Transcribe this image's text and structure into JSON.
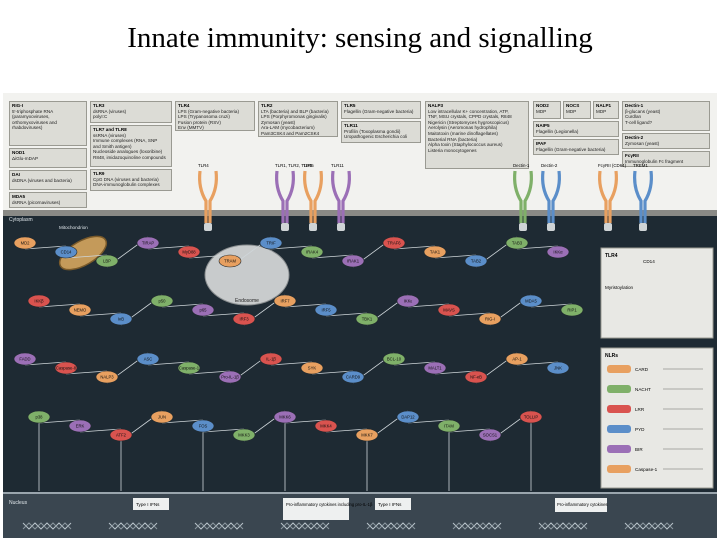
{
  "slide": {
    "title": "Innate immunity: sensing and signalling"
  },
  "colors": {
    "background": "#ffffff",
    "cytoplasm": "#1e2a33",
    "extracellular": "#f2f2ef",
    "panel": "#dcdcd6",
    "node_orange": "#e8a060",
    "node_green": "#7fb069",
    "node_red": "#d9534f",
    "node_blue": "#5b8ec9",
    "node_purple": "#9b6fb6"
  },
  "ligand_boxes": [
    {
      "title": "RIG-I",
      "lines": [
        "5'-triphosphate RNA",
        "(paramyxoviruses,",
        "orthomyxoviruses and",
        "rhabdoviruses)"
      ]
    },
    {
      "title": "NOD1",
      "lines": [
        "ΔiGlu-mDAP"
      ]
    },
    {
      "title": "TLR3",
      "lines": [
        "dsRNA (viruses)",
        "polyI:C"
      ]
    },
    {
      "title": "TLR7 and TLR8",
      "lines": [
        "ssRNA (viruses)",
        "Immune complexes (RNA, SNP",
        "and Smith antigen)",
        "Nucleoside analogues (loxoribine)",
        "R848, imidazoquinoline compounds"
      ]
    },
    {
      "title": "TLR9",
      "lines": [
        "CpG DNA (viruses and bacteria)",
        "DNA-immunoglobulin complexes"
      ]
    },
    {
      "title": "TLR4",
      "lines": [
        "LPS (Gram-negative bacteria)",
        "LPS (Trypanosoma cruzi)",
        "Fusion protein (RSV)",
        "Env (MMTV)"
      ]
    },
    {
      "title": "TLR2",
      "lines": [
        "LTA (bacteria) and BLP (bacteria)",
        "LPS (Porphyromonas gingivalis)",
        "Zymosan (yeast)",
        "Ara-LAM (mycobacterium)",
        "Pam3CSK4 and Pam2CSK4"
      ]
    },
    {
      "title": "TLR5",
      "lines": [
        "Flagellin (Gram-negative bacteria)"
      ]
    },
    {
      "title": "TLR11",
      "lines": [
        "Profilin (Toxoplasma gondii)",
        "Uropathogenic Escherichia coli"
      ]
    },
    {
      "title": "NALP3",
      "lines": [
        "Low intracellular K+ concentration, ATP,",
        "TNF, MSU crystals, CPPD crystals, R848",
        "Nigericin (Streptomyces hygroscopicus)",
        "Aerolysin (Aeromonas hydrophila)",
        "Maitotoxin (marine dinoflagellates)",
        "Bacterial RNA (bacteria)",
        "Alpha toxin (Staphylococcus aureus)",
        "Listeria monocytogenes"
      ]
    },
    {
      "title": "NOD2",
      "lines": [
        "MDP"
      ]
    },
    {
      "title": "NOCS",
      "lines": [
        "MDP"
      ]
    },
    {
      "title": "NALP1",
      "lines": [
        "MDP"
      ]
    },
    {
      "title": "NAIP5",
      "lines": [
        "Flagellin (Legionella)"
      ]
    },
    {
      "title": "IPAF",
      "lines": [
        "Flagellin (Gram-negative bacteria)"
      ]
    },
    {
      "title": "Dectin-1",
      "lines": [
        "β-glucans (yeast)",
        "Curdlan",
        "T-cell ligand?"
      ]
    },
    {
      "title": "Dectin-2",
      "lines": [
        "Zymosan (yeast)"
      ]
    },
    {
      "title": "FcγRII",
      "lines": [
        "Immunoglobulin Fc fragment"
      ]
    },
    {
      "title": "MDA5",
      "lines": [
        "dsRNA (picornaviruses)",
        "polyI:C"
      ]
    },
    {
      "title": "DAI",
      "lines": [
        "dsDNA (viruses and bacteria)"
      ]
    }
  ],
  "receptors": [
    "TLR4",
    "TLR1, TLR2, TLR6",
    "TLR5",
    "TLR11",
    "Dectin-1",
    "Dectin-2",
    "TREM1",
    "FcγRII (CD64)"
  ],
  "compartments": {
    "cytoplasm": "Cytoplasm",
    "nucleus": "Nucleus",
    "mitochondrion": "Mitochondrion",
    "endosome": "Endosome"
  },
  "nodes": [
    "MD2",
    "CD14",
    "LBP",
    "TIRAP",
    "MyD88",
    "TRAM",
    "TRIF",
    "IRAK4",
    "IRAK1",
    "TRAF6",
    "TAK1",
    "TAB2",
    "TAB3",
    "IKKα",
    "IKKβ",
    "NEMO",
    "IκB",
    "p50",
    "p65",
    "IRF3",
    "IRF7",
    "IRF5",
    "TBK1",
    "IKKε",
    "MAVS",
    "RIG-I",
    "MDA5",
    "RIP1",
    "FADD",
    "Caspase-8",
    "NALP3",
    "ASC",
    "Caspase-1",
    "Pro-IL-1β",
    "IL-1β",
    "SYK",
    "CARD9",
    "BCL-10",
    "MALT1",
    "NF-κB",
    "AP-1",
    "JNK",
    "p38",
    "ERK",
    "ATF2",
    "JUN",
    "FOS",
    "MKK3",
    "MKK6",
    "MKK4",
    "MKK7",
    "DAP12",
    "ITAM",
    "SOCS1",
    "TOLLIP"
  ],
  "nucleus_labels": [
    "Type I IFNs",
    "Pro-inflammatory cytokines including pro-IL-1β",
    "Type I IFNs",
    "Pro-inflammatory cytokines"
  ],
  "side_panel": {
    "tlr4_label": "TLR4",
    "cd14_label": "CD14",
    "note": "Myristoylation",
    "nlrs_label": "NLRs",
    "nlr_items": [
      "CARD",
      "NACHT",
      "LRR",
      "PYD",
      "BIR",
      "Caspase-1"
    ]
  }
}
